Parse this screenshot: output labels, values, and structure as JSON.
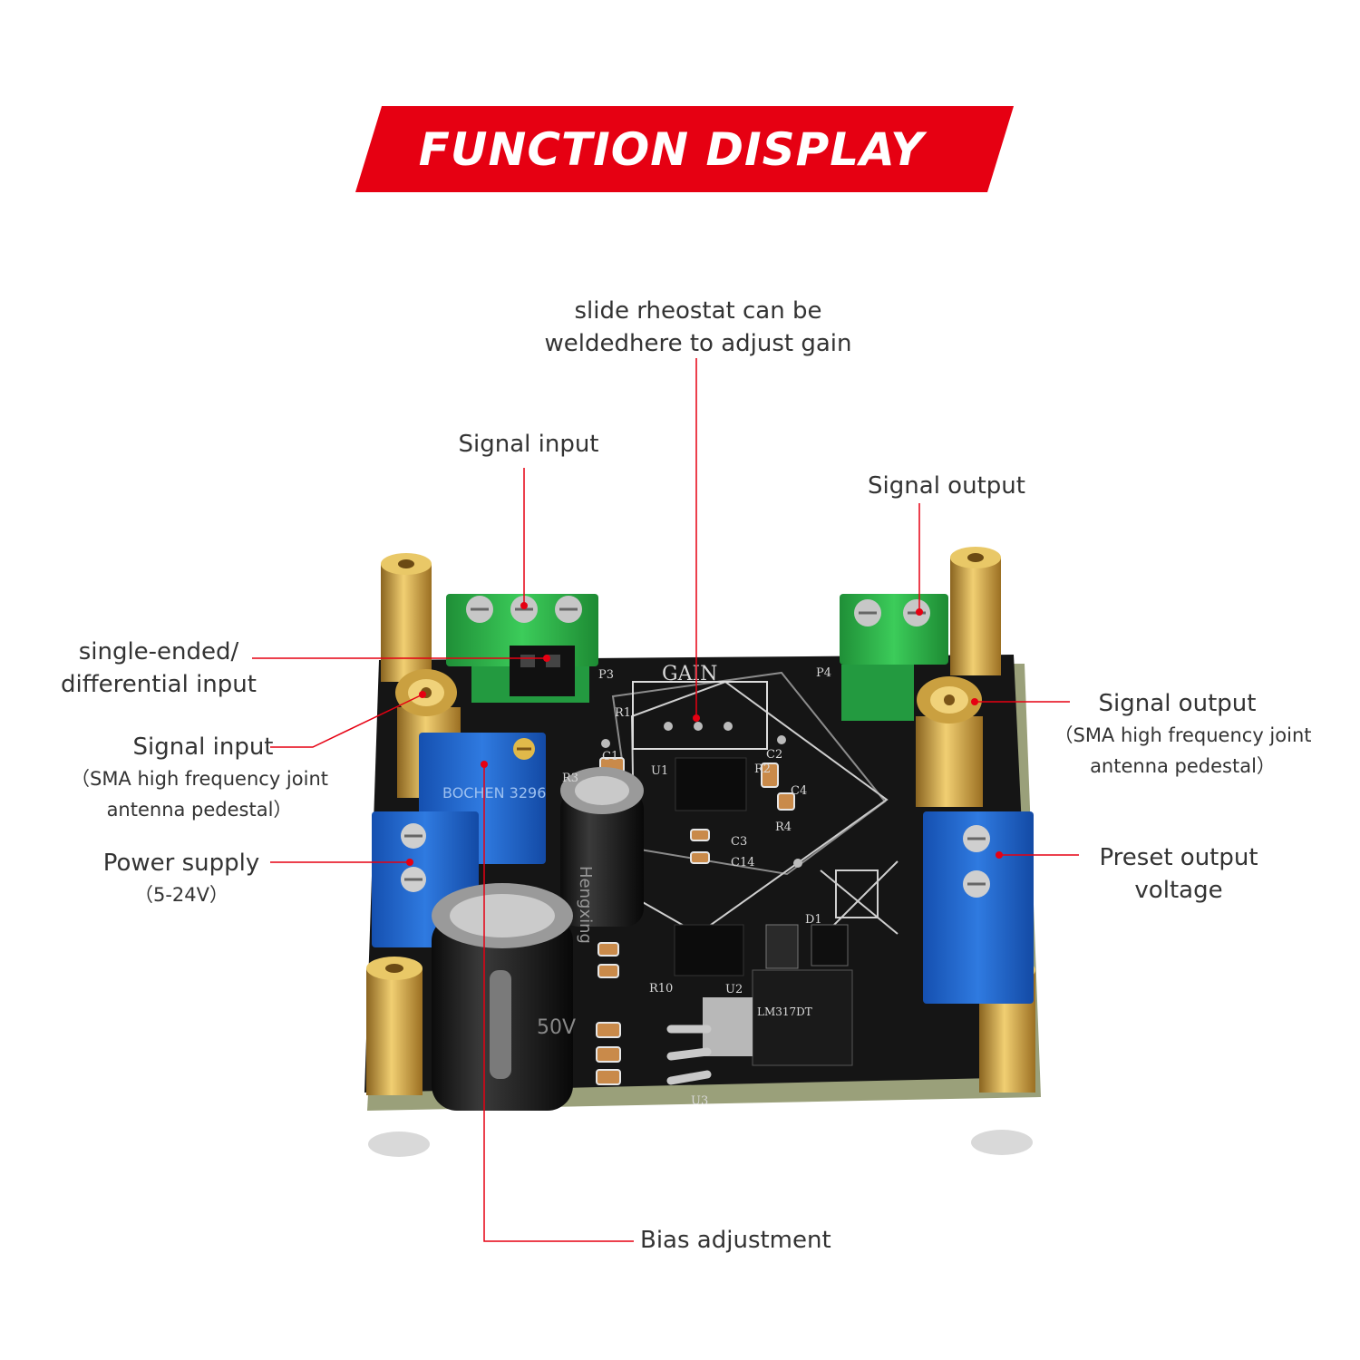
{
  "banner": {
    "title": "FUNCTION DISPLAY"
  },
  "labels": {
    "gain": {
      "line1": "slide rheostat can be",
      "line2": "weldedhere to adjust gain"
    },
    "signal_input_top": "Signal input",
    "signal_output_top": "Signal output",
    "single_ended": {
      "line1": "single-ended/",
      "line2": "differential input"
    },
    "signal_input_sma": {
      "title": "Signal input",
      "line1": "（SMA high frequency joint",
      "line2": "antenna pedestal）"
    },
    "power_supply": {
      "title": "Power supply",
      "line1": "（5-24V）"
    },
    "signal_output_sma": {
      "title": "Signal output",
      "line1": "（SMA high frequency joint",
      "line2": "antenna pedestal）"
    },
    "preset_output": {
      "line1": "Preset output",
      "line2": "voltage"
    },
    "bias_adjustment": "Bias adjustment"
  },
  "board": {
    "silkscreen_gain": "GAIN",
    "p3": "P3",
    "p4": "P4",
    "r1": "R1",
    "r2": "R2",
    "r3": "R3",
    "r4": "R4",
    "u1": "U1",
    "u2": "U2",
    "u3": "U3",
    "c1": "C1",
    "c2": "C2",
    "c3": "C3",
    "c4": "C4",
    "c14": "C14",
    "d1": "D1",
    "r10": "R10",
    "pot_text": "BOCHEN 3296",
    "cap_text": "Hengxing",
    "regulator_text": "LM317DT",
    "big_cap_text": "50V"
  },
  "colors": {
    "banner": "#e60012",
    "leader": "#e60012",
    "pcb": "#141414",
    "terminal_green": "#2fb14a",
    "terminal_blue": "#1e63c8",
    "brass": "#c99a3a"
  }
}
